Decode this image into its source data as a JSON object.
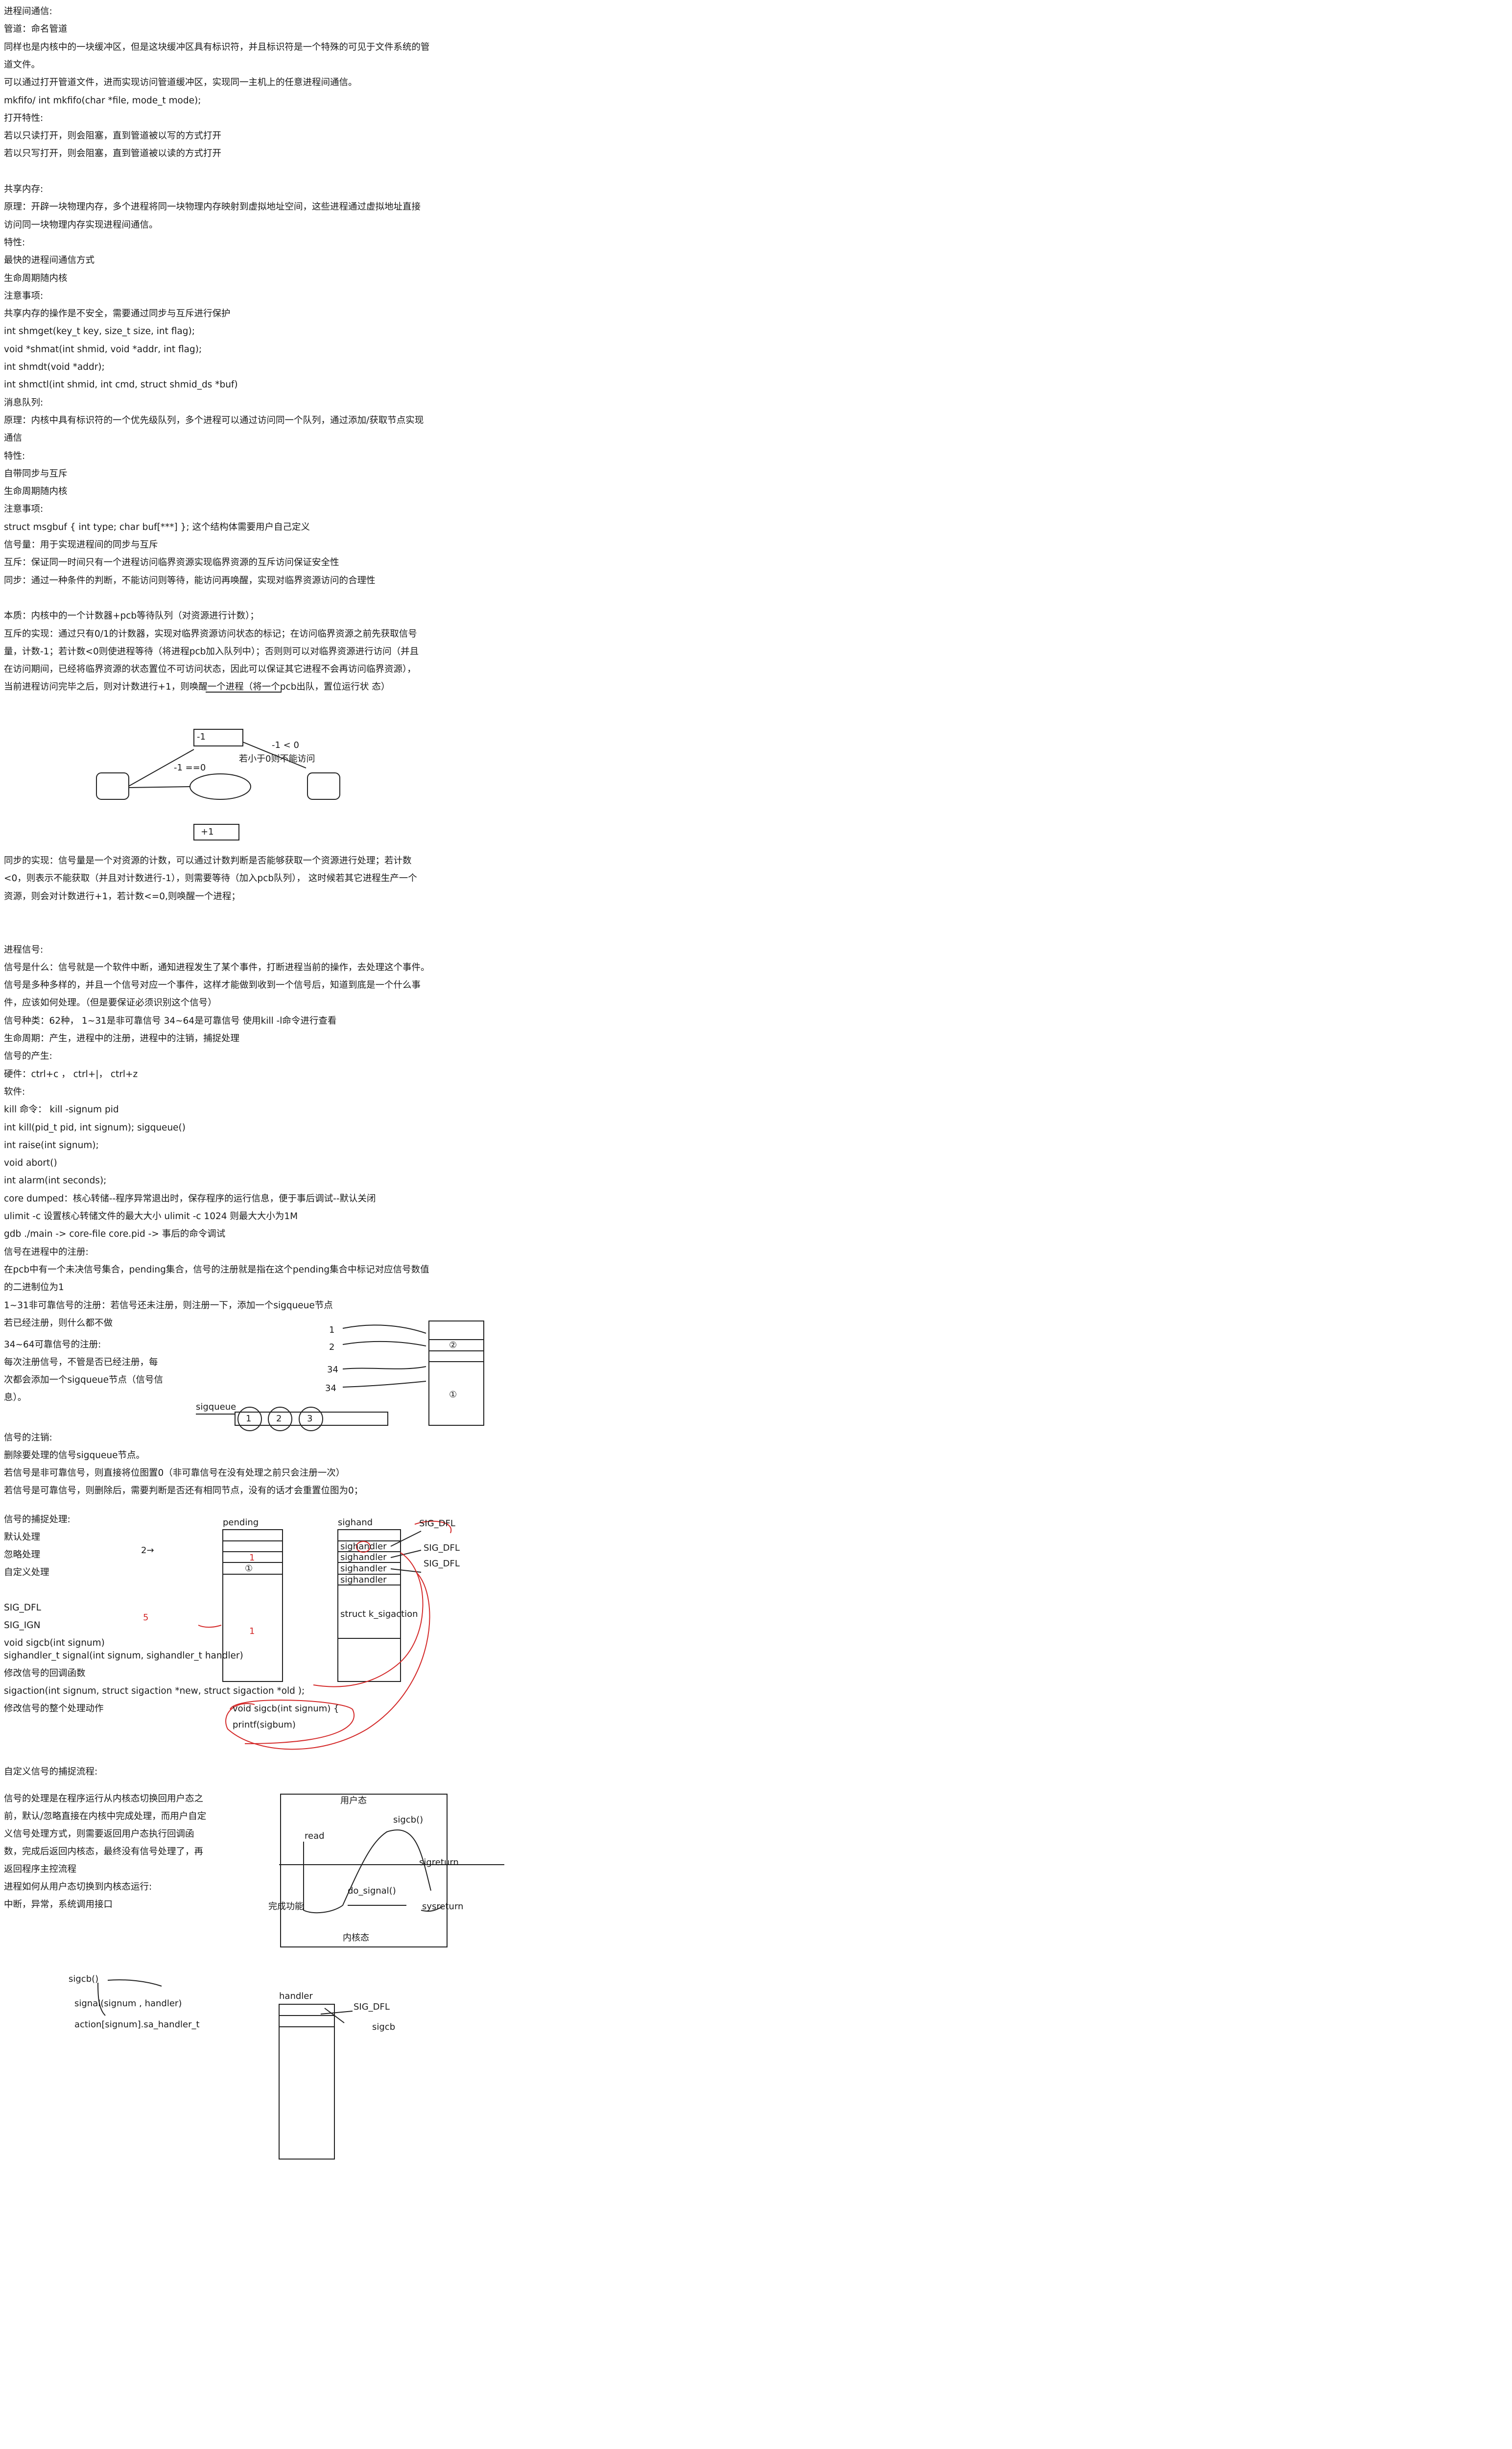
{
  "lines": [
    "进程间通信:",
    "管道：命名管道",
    "同样也是内核中的一块缓冲区，但是这块缓冲区具有标识符，并且标识符是一个特殊的可见于文件系统的管",
    "道文件。",
    "可以通过打开管道文件，进而实现访问管道缓冲区，实现同一主机上的任意进程间通信。",
    "mkfifo/ int mkfifo(char *file, mode_t mode);",
    "打开特性:",
    "若以只读打开，则会阻塞，直到管道被以写的方式打开",
    "若以只写打开，则会阻塞，直到管道被以读的方式打开",
    "",
    "共享内存:",
    "原理：开辟一块物理内存，多个进程将同一块物理内存映射到虚拟地址空间，这些进程通过虚拟地址直接",
    "访问同一块物理内存实现进程间通信。",
    "特性:",
    "最快的进程间通信方式",
    "生命周期随内核",
    "注意事项:",
    "共享内存的操作是不安全，需要通过同步与互斥进行保护",
    "int shmget(key_t key,  size_t size, int flag);",
    "void *shmat(int shmid, void *addr, int flag);",
    "int shmdt(void *addr);",
    "int shmctl(int shmid, int cmd, struct shmid_ds *buf)",
    "消息队列:",
    "原理：内核中具有标识符的一个优先级队列，多个进程可以通过访问同一个队列，通过添加/获取节点实现",
    "通信",
    "特性:",
    "自带同步与互斥",
    "生命周期随内核",
    "注意事项:",
    "struct msgbuf { int type;  char buf[***] }; 这个结构体需要用户自己定义",
    "信号量：用于实现进程间的同步与互斥",
    "互斥：保证同一时间只有一个进程访问临界资源实现临界资源的互斥访问保证安全性",
    "同步：通过一种条件的判断，不能访问则等待，能访问再唤醒，实现对临界资源访问的合理性",
    "",
    "本质：内核中的一个计数器+pcb等待队列（对资源进行计数）；",
    "互斥的实现：通过只有0/1的计数器，实现对临界资源访问状态的标记；在访问临界资源之前先获取信号",
    "量，计数-1；若计数<0则使进程等待（将进程pcb加入队列中）；否则则可以对临界资源进行访问（并且",
    "在访问期间，已经将临界资源的状态置位不可访问状态，因此可以保证其它进程不会再访问临界资源），",
    "当前进程访问完毕之后，则对计数进行+1，则唤醒一个进程（将一个pcb出队，置位运行状 态）"
  ],
  "lines2": [
    " 同步的实现：信号量是一个对资源的计数，可以通过计数判断是否能够获取一个资源进行处理；若计数",
    " <0，则表示不能获取（并且对计数进行-1），则需要等待（加入pcb队列）， 这时候若其它进程生产一个",
    " 资源，则会对计数进行+1，若计数<=0,则唤醒一个进程；",
    "",
    "",
    "进程信号:",
    "信号是什么：信号就是一个软件中断，通知进程发生了某个事件，打断进程当前的操作，去处理这个事件。",
    "信号是多种多样的，并且一个信号对应一个事件，这样才能做到收到一个信号后，知道到底是一个什么事",
    "件，应该如何处理。（但是要保证必须识别这个信号）",
    "信号种类：62种，  1~31是非可靠信号    34~64是可靠信号    使用kill -l命令进行查看",
    "生命周期：产生，进程中的注册，进程中的注销，捕捉处理",
    "信号的产生:",
    "硬件：ctrl+c ，  ctrl+|，  ctrl+z",
    "软件:",
    "kill 命令：  kill -signum pid",
    "int kill(pid_t pid,  int signum);      sigqueue()",
    "int raise(int signum);",
    "void abort()",
    "int alarm(int seconds);",
    "core dumped：核心转储--程序异常退出时，保存程序的运行信息，便于事后调试--默认关闭",
    "ulimit -c 设置核心转储文件的最大大小    ulimit -c 1024    则最大大小为1M",
    "gdb ./main -> core-file core.pid -> 事后的命令调试",
    "信号在进程中的注册:",
    "在pcb中有一个未决信号集合，pending集合，信号的注册就是指在这个pending集合中标记对应信号数值",
    "的二进制位为1",
    "1~31非可靠信号的注册：若信号还未注册，则注册一下，添加一个sigqueue节点",
    "        若已经注册，则什么都不做"
  ],
  "reg": [
    " 34~64可靠信号的注册:",
    "  每次注册信号，不管是否已经注册，每",
    "  次都会添加一个sigqueue节点（信号信",
    "  息）。"
  ],
  "logout": [
    "  信号的注销:",
    "  删除要处理的信号sigqueue节点。",
    "  若信号是非可靠信号，则直接将位图置0（非可靠信号在没有处理之前只会注册一次）",
    "  若信号是可靠信号，则删除后，需要判断是否还有相同节点，没有的话才会重置位图为0；"
  ],
  "capture": [
    "  信号的捕捉处理:",
    "   默认处理",
    "   忽略处理",
    "   自定义处理",
    "",
    "   SIG_DFL",
    "   SIG_IGN",
    "   void sigcb(int signum)"
  ],
  "api": [
    "sighandler_t signal(int signum, sighandler_t handler)",
    "修改信号的回调函数",
    "sigaction(int signum, struct sigaction *new, struct sigaction *old );",
    "修改信号的整个处理动作"
  ],
  "flow_title": "    自定义信号的捕捉流程:",
  "flow": [
    "  信号的处理是在程序运行从内核态切换回用户态之",
    "  前，默认/忽略直接在内核中完成处理，而用户自定",
    "  义信号处理方式，则需要返回用户态执行回调函",
    "  数，完成后返回内核态，最终没有信号处理了，再",
    "  返回程序主控流程",
    "  进程如何从用户态切换到内核态运行:",
    "  中断，异常，系统调用接口"
  ],
  "sem_diagram": {
    "dec": "-1",
    "neg": "-1 < 0",
    "zero": "-1 ==0",
    "note": "若小于0则不能访问",
    "inc": "+1"
  },
  "reg_diagram": {
    "n1": "1",
    "n2": "2",
    "n34": "34",
    "n34b": "34",
    "sigqueue": "sigqueue",
    "c1": "1",
    "c2": "2",
    "c3": "3",
    "box1": "②",
    "box2": "①"
  },
  "tables": {
    "pending": "pending",
    "sighand": "sighand",
    "rows": [
      "sighandler",
      "sighandler",
      "sighandler",
      "sighandler"
    ],
    "one": "1",
    "circle1": "①",
    "struct": "struct k_sigaction",
    "dfl1": "SIG_DFL",
    "dfl2": "SIG_DFL",
    "dfl3": "SIG_DFL",
    "arrow": "2→",
    "five": "5",
    "red_sigcb": "void sigcb(int signum) {",
    "red_printf": "    printf(sigbum)"
  },
  "flow_diagram": {
    "user": "用户态",
    "kernel": "内核态",
    "read": "read",
    "sigcb": "sigcb()",
    "sigreturn": "sigreturn",
    "do_signal": "do_signal()",
    "sysreturn": "sysreturn",
    "done": "完成功能"
  },
  "bottom": {
    "sigcb": "sigcb()",
    "signal": "signal(signum , handler)",
    "action": "action[signum].sa_handler_t",
    "handler": "handler",
    "dfl": "SIG_DFL",
    "sigcb2": "sigcb"
  }
}
